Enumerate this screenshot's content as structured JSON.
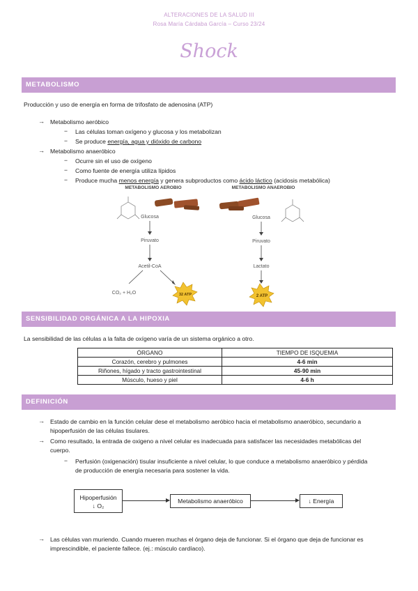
{
  "header": {
    "line1": "ALTERACIONES DE LA SALUD III",
    "line2": "Rosa María Cárdaba García – Curso 23/24",
    "title": "Shock"
  },
  "metabolismo": {
    "heading": "METABOLISMO",
    "intro": "Producción y uso de energía en forma de trifosfato de adenosina (ATP)",
    "aerobic": {
      "label": "Metabolismo aeróbico",
      "items": [
        "Las células toman oxígeno y glucosa y los metabolizan",
        "Se produce ",
        "energía, agua y dióxido de carbono"
      ]
    },
    "anaerobic": {
      "label": "Metabolismo anaeróbico",
      "item1": "Ocurre sin el uso de oxígeno",
      "item2": "Como fuente de energía utiliza lípidos",
      "item3_a": "Produce mucha ",
      "item3_b": "menos energía",
      "item3_c": " y genera subproductos como ",
      "item3_d": "ácido láctico",
      "item3_e": " (acidosis metabólica)"
    },
    "diagram": {
      "aerobic_title": "METABOLISMO AEROBIO",
      "anaerobic_title": "METABOLISMO ANAEROBIO",
      "aerobic_steps": [
        "Glucosa",
        "Piruvato",
        "Acetil-CoA"
      ],
      "aerobic_end": "CO₂ + H₂O",
      "aerobic_atp": "32 ATP",
      "anaerobic_steps": [
        "Glucosa",
        "Piruvato",
        "Lactato"
      ],
      "anaerobic_atp": "2 ATP"
    }
  },
  "sensibilidad": {
    "heading": "SENSIBILIDAD ORGÁNICA A LA HIPOXIA",
    "intro": "La sensibilidad de las células a la falta de oxígeno varía de un sistema orgánico a otro.",
    "table": {
      "headers": [
        "ÓRGANO",
        "TIEMPO DE ISQUEMIA"
      ],
      "rows": [
        [
          "Corazón, cerebro y pulmones",
          "4-6 min"
        ],
        [
          "Riñones, hígado y tracto gastrointestinal",
          "45-90 min"
        ],
        [
          "Músculo, hueso y piel",
          "4-6 h"
        ]
      ]
    }
  },
  "definicion": {
    "heading": "DEFINICIÓN",
    "p1_l1": "Estado de cambio en la función celular dese el metabolismo aeróbico hacia el metabolismo anaeróbico, secundario a",
    "p1_l2": "hipoperfusión de las células tisulares.",
    "p2_l1": "Como resultado, la entrada de oxigeno a nivel celular es inadecuada para satisfacer las necesidades metabólicas del",
    "p2_l2": "cuerpo.",
    "sub_l1": "Perfusión (oxigenación) tisular insuficiente a nivel celular, lo que conduce a metabolismo anaeróbico y pérdida",
    "sub_l2": "de producción de energía necesaria para sostener la vida.",
    "flow": {
      "box1_l1": "Hipoperfusión",
      "box1_l2": "↓ O₂",
      "box2": "Metabolismo anaeróbico",
      "box3": "↓ Energía"
    },
    "p3_l1": "Las células van muriendo. Cuando mueren muchas el órgano deja de funcionar. Si el órgano que deja de funcionar es",
    "p3_l2": "imprescindible, el paciente fallece. (ej.: músculo cardíaco)."
  },
  "symbols": {
    "arrow": "→",
    "dash": "−"
  },
  "colors": {
    "accent": "#c89fd3",
    "title": "#c9a0d6",
    "atp_burst": "#f2c230"
  }
}
